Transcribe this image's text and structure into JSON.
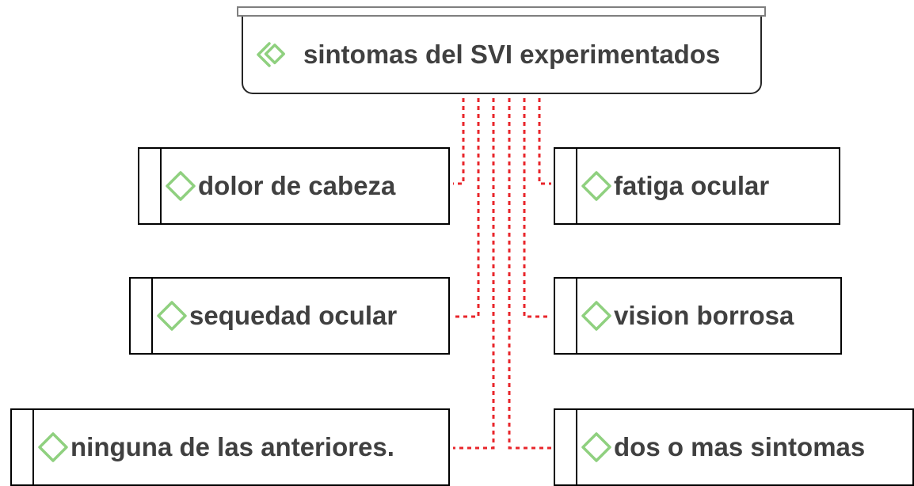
{
  "root": {
    "label": "sintomas del SVI experimentados",
    "icon": "double-diamond-icon"
  },
  "children": [
    {
      "label": "dolor de cabeza",
      "icon": "diamond-icon"
    },
    {
      "label": "fatiga ocular",
      "icon": "diamond-icon"
    },
    {
      "label": "sequedad ocular",
      "icon": "diamond-icon"
    },
    {
      "label": "vision borrosa",
      "icon": "diamond-icon"
    },
    {
      "label": "ninguna de las anteriores.",
      "icon": "diamond-icon"
    },
    {
      "label": "dos o mas sintomas",
      "icon": "diamond-icon"
    }
  ],
  "colors": {
    "connector": "#e8262b",
    "icon_stroke": "#8fd07f",
    "text": "#404040"
  }
}
